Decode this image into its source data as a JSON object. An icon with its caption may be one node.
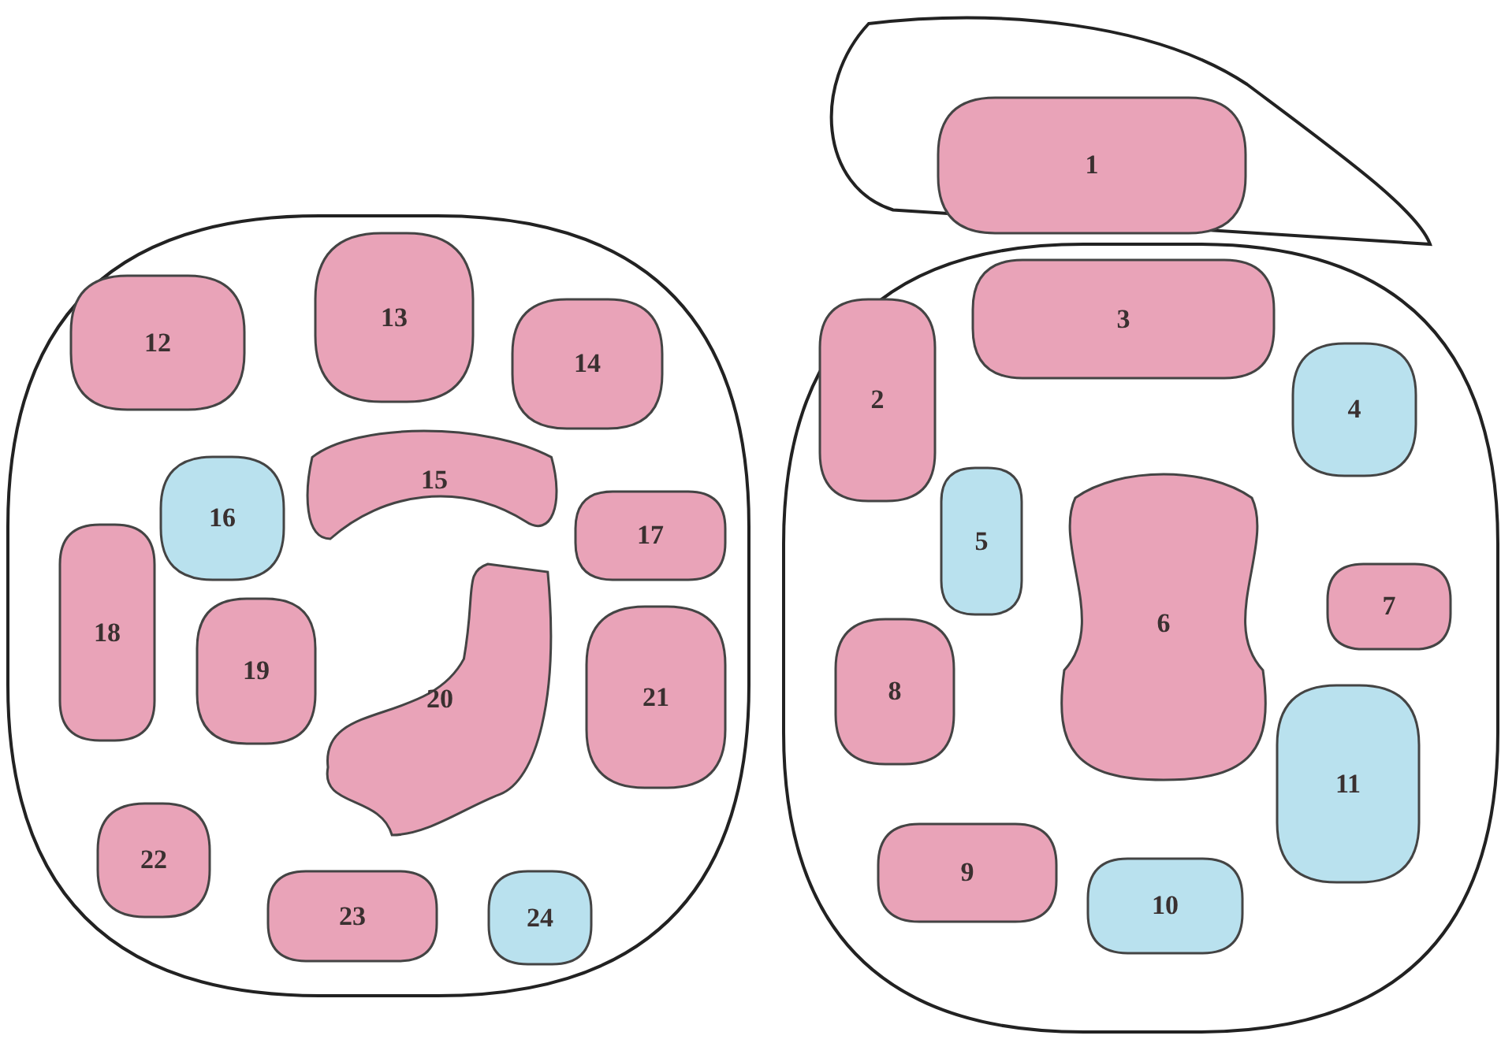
{
  "diagram": {
    "nodes": [
      {
        "text": [],
        "shape": "box"
      },
      {
        "text": [
          "1"
        ],
        "in": 0
      },
      {
        "text": [],
        "shape": "box"
      },
      {
        "text": [
          "2"
        ],
        "in": 2
      },
      {
        "text": [
          "3"
        ],
        "in": 2
      },
      {
        "text": [
          "4"
        ],
        "in": 2
      },
      {
        "text": [
          "5"
        ],
        "in": 2
      },
      {
        "text": [
          "6"
        ],
        "in": 2
      },
      {
        "text": [
          "7"
        ],
        "in": 2
      },
      {
        "text": [
          "8"
        ],
        "in": 2
      },
      {
        "text": [
          "9"
        ],
        "in": 2
      },
      {
        "text": [
          "10"
        ],
        "in": 2
      },
      {
        "text": [
          "11"
        ],
        "in": 2
      },
      {
        "text": [],
        "shape": "box"
      },
      {
        "text": [
          "12"
        ],
        "in": 13
      },
      {
        "text": [
          "13"
        ],
        "in": 13
      },
      {
        "text": [
          "14"
        ],
        "in": 13
      },
      {
        "text": [
          "15"
        ],
        "in": 13
      },
      {
        "text": [
          "16"
        ],
        "in": 13
      },
      {
        "text": [
          "17"
        ],
        "in": 13
      },
      {
        "text": [
          "18"
        ],
        "in": 13
      },
      {
        "text": [
          "19"
        ],
        "in": 13
      },
      {
        "text": [
          "20"
        ],
        "in": 13
      },
      {
        "text": [
          "21"
        ],
        "in": 13
      },
      {
        "text": [
          "22"
        ],
        "in": 13
      },
      {
        "text": [
          "23"
        ],
        "in": 13
      },
      {
        "text": [
          "24"
        ],
        "in": 13
      }
    ]
  }
}
